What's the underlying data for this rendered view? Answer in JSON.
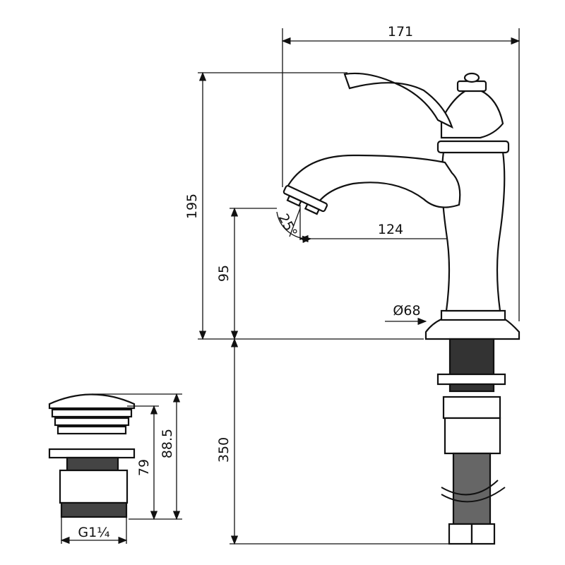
{
  "dimensions": {
    "overall_width": "171",
    "overall_height": "195",
    "spout_height": "95",
    "spout_reach": "124",
    "base_diameter": "Ø68",
    "hose_length": "350",
    "aerator_angle": "25°",
    "drain_height_body": "79",
    "drain_height_total": "88.5",
    "drain_thread": "G1¼"
  }
}
